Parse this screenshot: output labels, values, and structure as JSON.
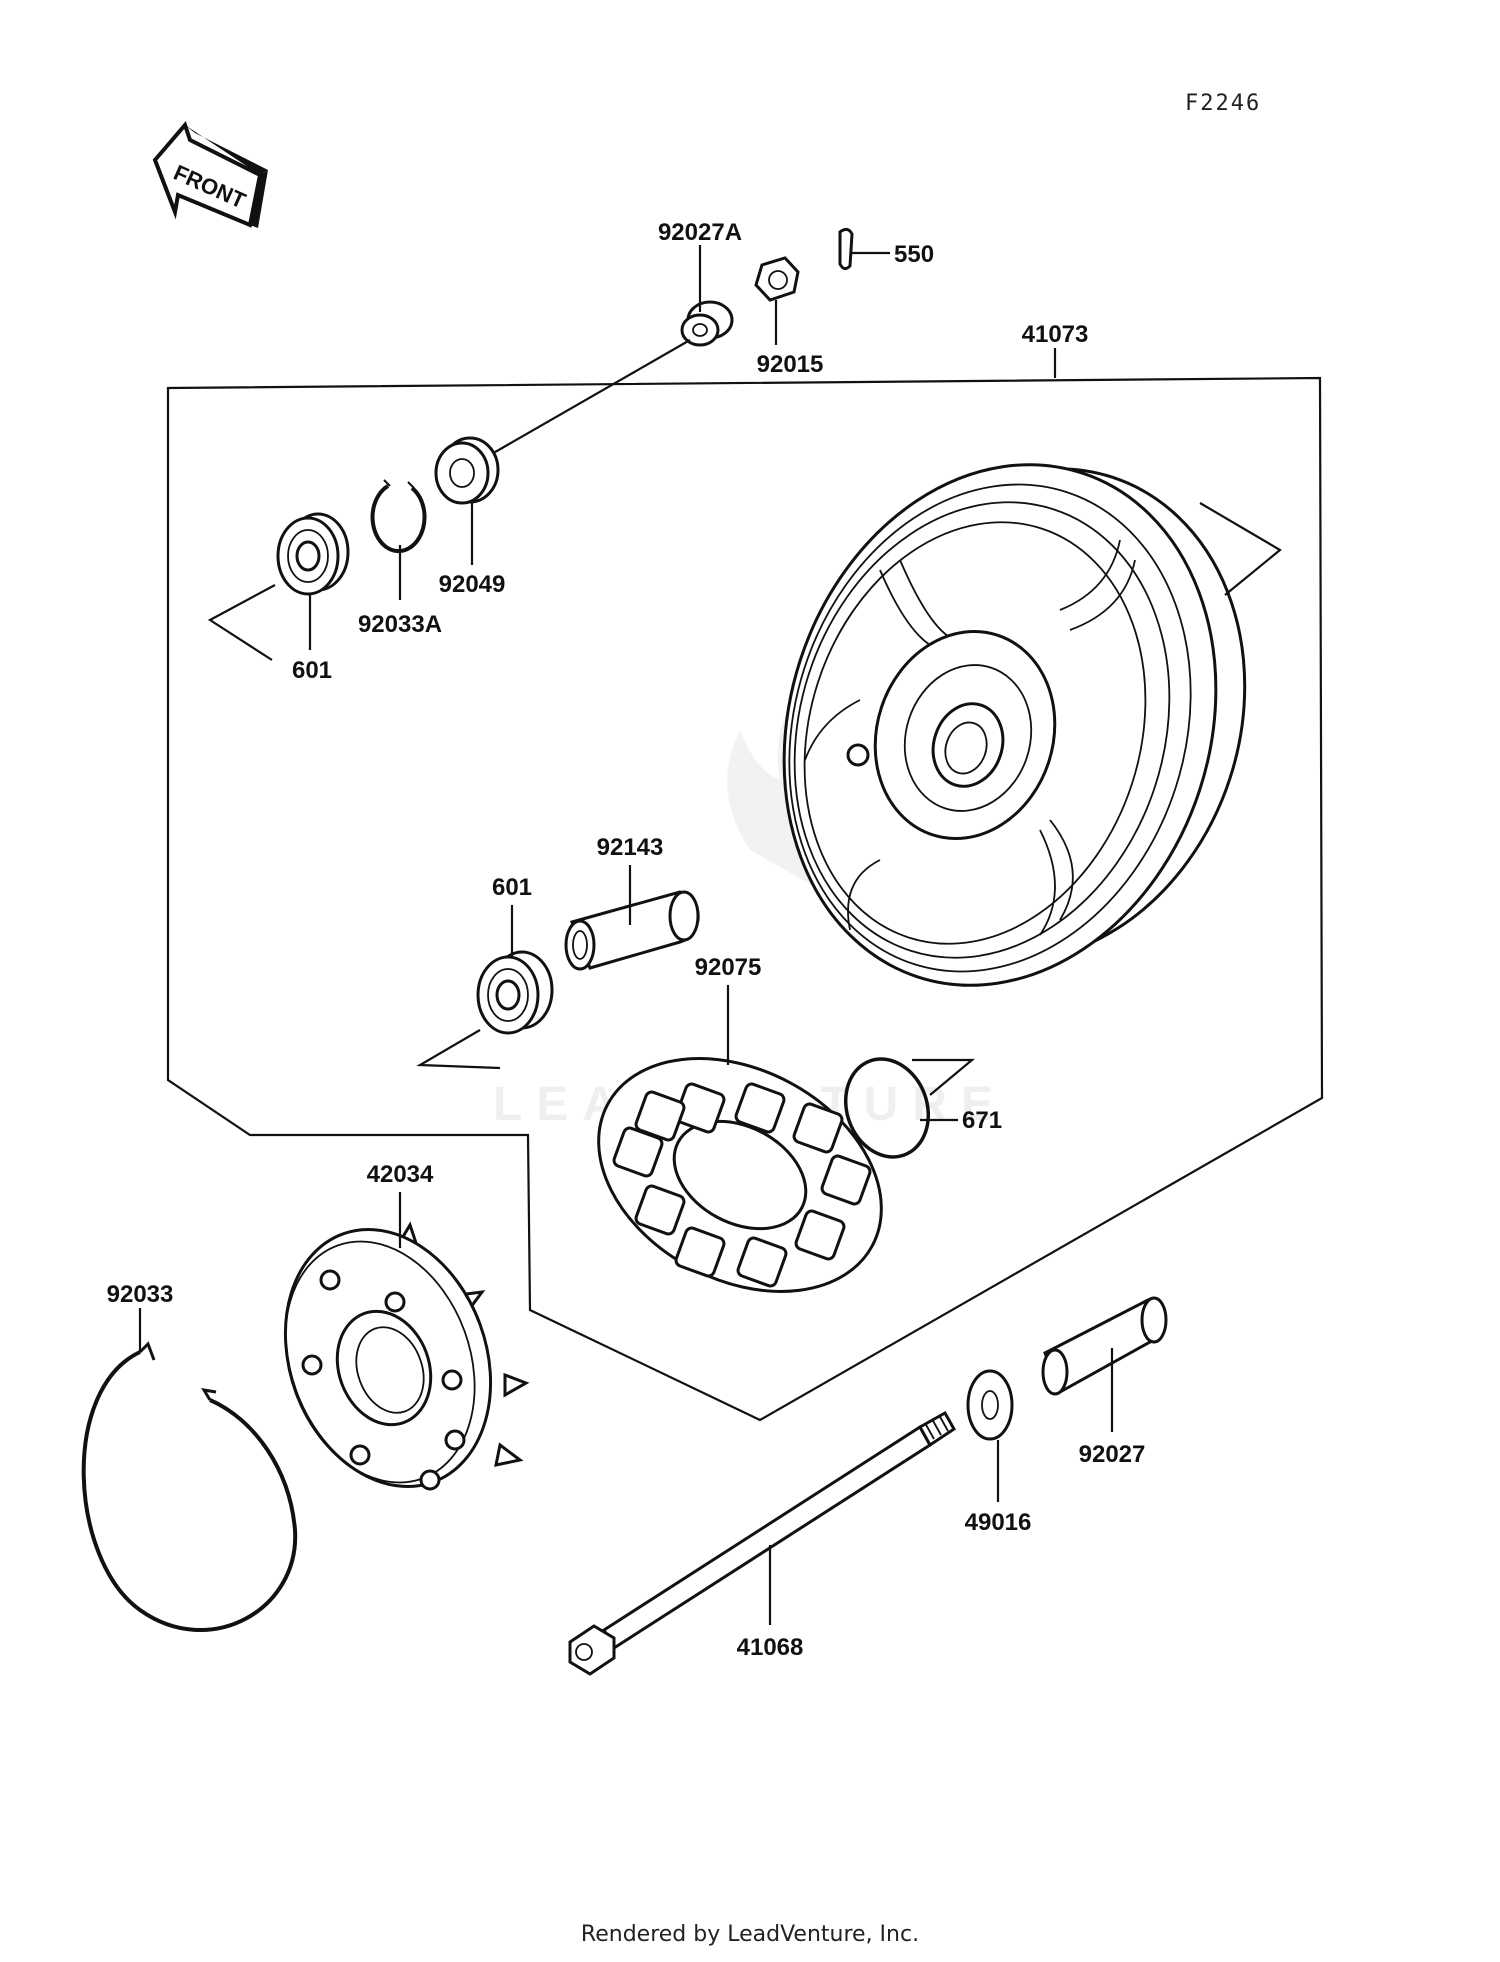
{
  "diagram": {
    "reference_code": "F2246",
    "front_sign": "FRONT",
    "watermark": "LEADVENTURE",
    "footer": "Rendered by LeadVenture, Inc.",
    "part_labels": {
      "p92027A": "92027A",
      "p550": "550",
      "p92015": "92015",
      "p41073": "41073",
      "p92049": "92049",
      "p92033A": "92033A",
      "p601_top": "601",
      "p601_mid": "601",
      "p92143": "92143",
      "p92075": "92075",
      "p671": "671",
      "p42034": "42034",
      "p92033": "92033",
      "p49016": "49016",
      "p92027": "92027",
      "p41068": "41068"
    },
    "line_color": "#111111",
    "background": "#ffffff"
  }
}
